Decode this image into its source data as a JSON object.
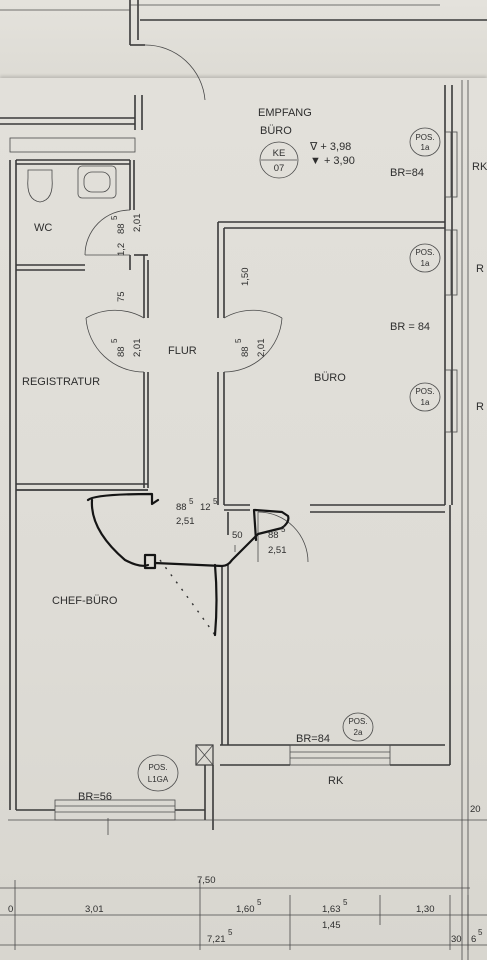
{
  "rooms": {
    "empfang": "EMPFANG",
    "buero_top": "BÜRO",
    "wc": "WC",
    "flur": "FLUR",
    "registratur": "REGISTRATUR",
    "buero": "BÜRO",
    "chef_buero": "CHEF-BÜRO"
  },
  "level_tag": {
    "top": "KE",
    "bottom": "07"
  },
  "levels": [
    "∇ + 3,98",
    "▼ + 3,90"
  ],
  "pos_tags": {
    "p1": [
      "POS.",
      "1a"
    ],
    "p2": [
      "POS.",
      "1a"
    ],
    "p3": [
      "POS.",
      "1a"
    ],
    "p4": [
      "POS.",
      "2a"
    ],
    "p5": [
      "POS.",
      "L1GA"
    ]
  },
  "window_labels": {
    "br_top": "BR=84",
    "br_mid": "BR = 84",
    "br_bottom": "BR=84",
    "br_chef": "BR=56",
    "rk_bottom": "RK",
    "rk_right1": "RK",
    "rk_right2": "R",
    "rk_right3": "R"
  },
  "dims": {
    "wc_a": "1,2",
    "wc_b": "88",
    "wc_b_sup": "5",
    "wc_c": "2,01",
    "d75": "75",
    "reg_a": "88",
    "reg_a_sup": "5",
    "reg_b": "2,01",
    "buero_a": "1,50",
    "buero_b": "88",
    "buero_b_sup": "5",
    "buero_c": "2,01",
    "f_a": "88",
    "f_a_sup": "5",
    "f_b": "12",
    "f_b_sup": "5",
    "f_c": "2,51",
    "r_a": "50",
    "r_b": "88",
    "r_b_sup": "5",
    "r_c": "2,51",
    "side_20": "20"
  },
  "dim_line": {
    "overall": "7,50",
    "left_edge": "0",
    "seg1": "3,01",
    "seg2": "1,60",
    "seg2_sup": "5",
    "seg3": "1,63",
    "seg3_sup": "5",
    "seg4": "1,30",
    "sub_total": "7,21",
    "sub_total_sup": "5",
    "sub_seg": "1,45",
    "edge_a": "30",
    "edge_b": "6",
    "edge_b_sup": "5"
  }
}
